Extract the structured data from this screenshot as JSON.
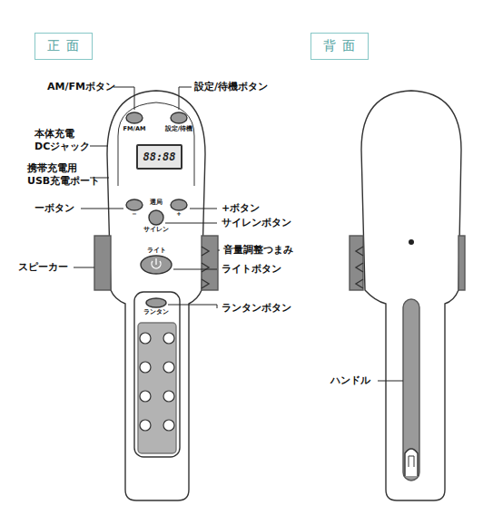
{
  "diagram": {
    "nodes": [
      {
        "text": [
          "正 面"
        ]
      },
      {
        "text": [
          "背 面"
        ]
      },
      {
        "text": [
          "88:88"
        ]
      }
    ],
    "labels": [
      "AM/FMボタン",
      "設定/待機ボタン",
      "本体充電 DCジャック",
      "携帯充電用 USB充電ポート",
      "ーボタン",
      "+ボタン",
      "サイレンボタン",
      "音量調整つまみ",
      "スピーカー",
      "ライトボタン",
      "ランタンボタン",
      "ハンドル",
      "FM/AM",
      "設定/待機",
      "選局",
      "−",
      "+",
      "サイレン",
      "ライト",
      "ランタン"
    ]
  }
}
